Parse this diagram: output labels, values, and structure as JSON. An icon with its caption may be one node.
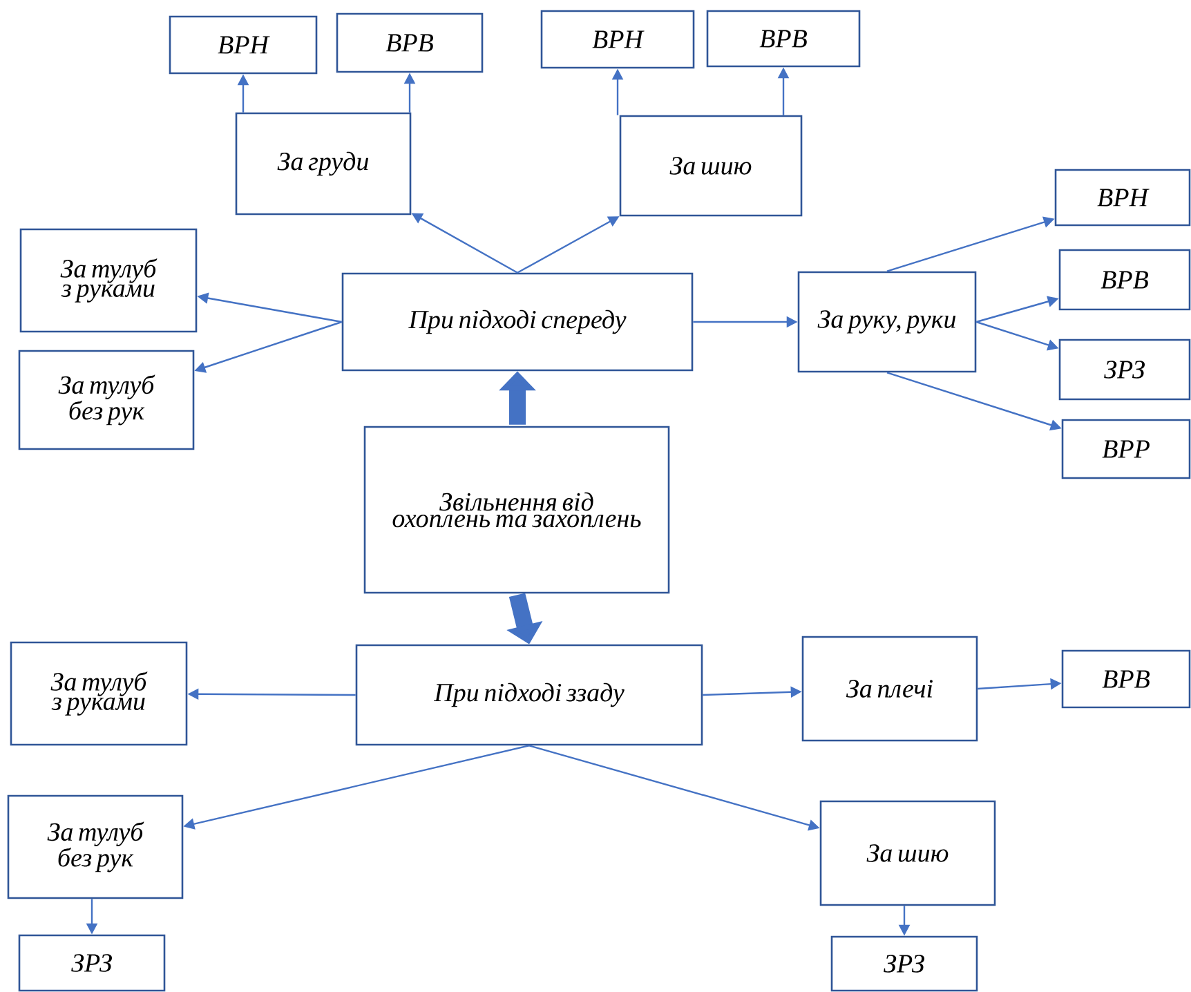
{
  "diagram": {
    "nodes": [
      {
        "text": [
          "Звільнення від охоплень та захоплень"
        ]
      },
      {
        "text": [
          "При підході спереду"
        ]
      },
      {
        "text": [
          "За груди"
        ]
      },
      {
        "text": [
          "ВРН"
        ]
      },
      {
        "text": [
          "ВРВ"
        ]
      },
      {
        "text": [
          "За шию"
        ]
      },
      {
        "text": [
          "ВРН"
        ]
      },
      {
        "text": [
          "ВРВ"
        ]
      },
      {
        "text": [
          "За тулуб з руками"
        ]
      },
      {
        "text": [
          "За тулуб без рук"
        ]
      },
      {
        "text": [
          "За руку, руки"
        ]
      },
      {
        "text": [
          "ВРН"
        ]
      },
      {
        "text": [
          "ВРВ"
        ]
      },
      {
        "text": [
          "ЗРЗ"
        ]
      },
      {
        "text": [
          "ВРР"
        ]
      },
      {
        "text": [
          "При підході ззаду"
        ]
      },
      {
        "text": [
          "За тулуб з руками"
        ]
      },
      {
        "text": [
          "За тулуб без рук"
        ]
      },
      {
        "text": [
          "ЗРЗ"
        ]
      },
      {
        "text": [
          "За плечі"
        ]
      },
      {
        "text": [
          "ВРВ"
        ]
      },
      {
        "text": [
          "За шию"
        ]
      },
      {
        "text": [
          "ЗРЗ"
        ]
      }
    ],
    "edges": [
      {
        "from": 0,
        "to": 1,
        "arrow": "to",
        "style": "thick"
      },
      {
        "from": 0,
        "to": 15,
        "arrow": "to",
        "style": "thick"
      },
      {
        "from": 1,
        "to": 2,
        "arrow": "to"
      },
      {
        "from": 1,
        "to": 5,
        "arrow": "to"
      },
      {
        "from": 2,
        "to": 3,
        "arrow": "to"
      },
      {
        "from": 2,
        "to": 4,
        "arrow": "to"
      },
      {
        "from": 5,
        "to": 6,
        "arrow": "to"
      },
      {
        "from": 5,
        "to": 7,
        "arrow": "to"
      },
      {
        "from": 1,
        "to": 8,
        "arrow": "to"
      },
      {
        "from": 1,
        "to": 9,
        "arrow": "to"
      },
      {
        "from": 1,
        "to": 10,
        "arrow": "to"
      },
      {
        "from": 10,
        "to": 11,
        "arrow": "to"
      },
      {
        "from": 10,
        "to": 12,
        "arrow": "to"
      },
      {
        "from": 10,
        "to": 13,
        "arrow": "to"
      },
      {
        "from": 10,
        "to": 14,
        "arrow": "to"
      },
      {
        "from": 15,
        "to": 16,
        "arrow": "to"
      },
      {
        "from": 15,
        "to": 17,
        "arrow": "to"
      },
      {
        "from": 17,
        "to": 18,
        "arrow": "to"
      },
      {
        "from": 15,
        "to": 19,
        "arrow": "to"
      },
      {
        "from": 19,
        "to": 20,
        "arrow": "to"
      },
      {
        "from": 15,
        "to": 21,
        "arrow": "to"
      },
      {
        "from": 21,
        "to": 22,
        "arrow": "to"
      }
    ]
  }
}
